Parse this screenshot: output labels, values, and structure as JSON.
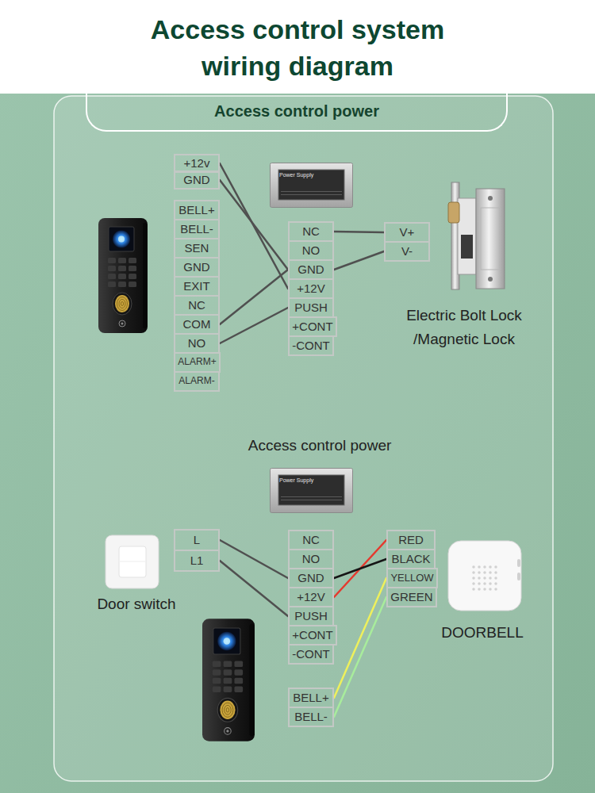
{
  "diagram": {
    "title": "Access control system wiring diagram",
    "nodes": [
      {
        "text": [
          "Access control power"
        ]
      },
      {
        "text": [
          "+12v"
        ]
      },
      {
        "text": [
          "GND"
        ]
      },
      {
        "text": [
          "BELL+"
        ]
      },
      {
        "text": [
          "BELL-"
        ]
      },
      {
        "text": [
          "SEN"
        ]
      },
      {
        "text": [
          "GND"
        ]
      },
      {
        "text": [
          "EXIT"
        ]
      },
      {
        "text": [
          "NC"
        ]
      },
      {
        "text": [
          "COM"
        ]
      },
      {
        "text": [
          "NO"
        ]
      },
      {
        "text": [
          "ALARM+"
        ]
      },
      {
        "text": [
          "ALARM-"
        ]
      },
      {
        "text": [
          "NC"
        ]
      },
      {
        "text": [
          "NO"
        ]
      },
      {
        "text": [
          "GND"
        ]
      },
      {
        "text": [
          "+12V"
        ]
      },
      {
        "text": [
          "PUSH"
        ]
      },
      {
        "text": [
          "+CONT"
        ]
      },
      {
        "text": [
          "-CONT"
        ]
      },
      {
        "text": [
          "V+"
        ]
      },
      {
        "text": [
          "V-"
        ]
      },
      {
        "text": [
          "L"
        ]
      },
      {
        "text": [
          "L1"
        ]
      },
      {
        "text": [
          "NC"
        ]
      },
      {
        "text": [
          "NO"
        ]
      },
      {
        "text": [
          "GND"
        ]
      },
      {
        "text": [
          "+12V"
        ]
      },
      {
        "text": [
          "PUSH"
        ]
      },
      {
        "text": [
          "+CONT"
        ]
      },
      {
        "text": [
          "-CONT"
        ]
      },
      {
        "text": [
          "RED"
        ]
      },
      {
        "text": [
          "BLACK"
        ]
      },
      {
        "text": [
          "YELLOW"
        ]
      },
      {
        "text": [
          "GREEN"
        ]
      },
      {
        "text": [
          "BELL+"
        ]
      },
      {
        "text": [
          "BELL-"
        ]
      }
    ],
    "edges": [
      {
        "from": 1,
        "to": 16,
        "arrow": "none"
      },
      {
        "from": 2,
        "to": 15,
        "arrow": "none"
      },
      {
        "from": 9,
        "to": 15,
        "arrow": "none"
      },
      {
        "from": 10,
        "to": 17,
        "arrow": "none"
      },
      {
        "from": 13,
        "to": 20,
        "arrow": "none"
      },
      {
        "from": 15,
        "to": 21,
        "arrow": "none"
      },
      {
        "from": 22,
        "to": 26,
        "arrow": "none"
      },
      {
        "from": 23,
        "to": 28,
        "arrow": "none"
      },
      {
        "from": 27,
        "to": 31,
        "arrow": "none"
      },
      {
        "from": 26,
        "to": 32,
        "arrow": "none"
      },
      {
        "from": 35,
        "to": 33,
        "arrow": "none"
      },
      {
        "from": 36,
        "to": 34,
        "arrow": "none"
      }
    ],
    "labels": [
      "Power Supply",
      "Electric Bolt Lock /Magnetic Lock",
      "Access control power",
      "Power Supply",
      "Door switch",
      "DOORBELL"
    ]
  }
}
